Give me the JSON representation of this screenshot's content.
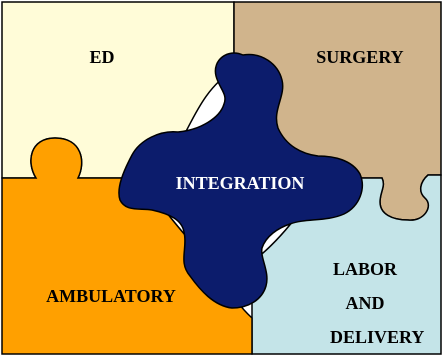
{
  "pieces": {
    "ed": {
      "label": "ED",
      "color": "#fffcd8"
    },
    "surgery": {
      "label": "SURGERY",
      "color": "#d0b48c"
    },
    "integration": {
      "label": "INTEGRATION",
      "color": "#0c1c6c"
    },
    "ambulatory": {
      "label": "AMBULATORY",
      "color": "#ffa000"
    },
    "labor_delivery": {
      "label_line1": "LABOR",
      "label_line2": "AND",
      "label_line3": "DELIVERY",
      "color": "#c4e4e8"
    }
  }
}
